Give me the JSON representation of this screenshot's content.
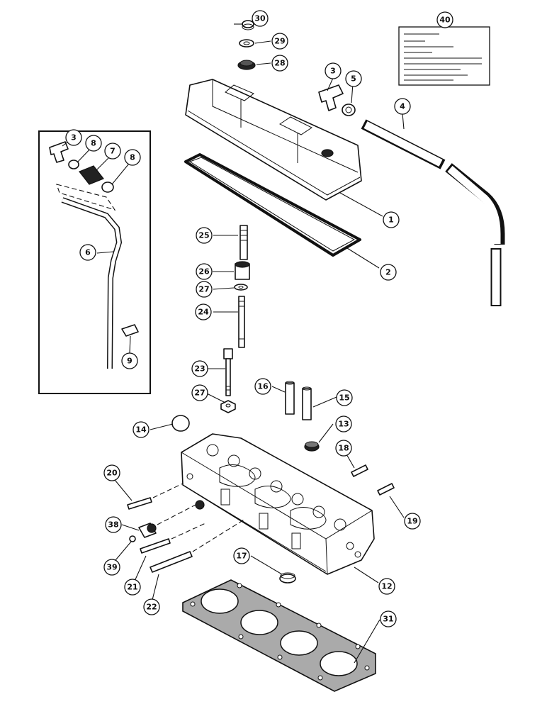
{
  "callouts": [
    {
      "id": "c1",
      "label": "1"
    },
    {
      "id": "c2",
      "label": "2"
    },
    {
      "id": "c3a",
      "label": "3"
    },
    {
      "id": "c3b",
      "label": "3"
    },
    {
      "id": "c4",
      "label": "4"
    },
    {
      "id": "c5",
      "label": "5"
    },
    {
      "id": "c6",
      "label": "6"
    },
    {
      "id": "c7",
      "label": "7"
    },
    {
      "id": "c8a",
      "label": "8"
    },
    {
      "id": "c8b",
      "label": "8"
    },
    {
      "id": "c9",
      "label": "9"
    },
    {
      "id": "c12",
      "label": "12"
    },
    {
      "id": "c13",
      "label": "13"
    },
    {
      "id": "c14",
      "label": "14"
    },
    {
      "id": "c15",
      "label": "15"
    },
    {
      "id": "c16",
      "label": "16"
    },
    {
      "id": "c17",
      "label": "17"
    },
    {
      "id": "c18",
      "label": "18"
    },
    {
      "id": "c19",
      "label": "19"
    },
    {
      "id": "c20",
      "label": "20"
    },
    {
      "id": "c21",
      "label": "21"
    },
    {
      "id": "c22",
      "label": "22"
    },
    {
      "id": "c23",
      "label": "23"
    },
    {
      "id": "c24",
      "label": "24"
    },
    {
      "id": "c25",
      "label": "25"
    },
    {
      "id": "c26",
      "label": "26"
    },
    {
      "id": "c27a",
      "label": "27"
    },
    {
      "id": "c27b",
      "label": "27"
    },
    {
      "id": "c28",
      "label": "28"
    },
    {
      "id": "c29",
      "label": "29"
    },
    {
      "id": "c30",
      "label": "30"
    },
    {
      "id": "c31",
      "label": "31"
    },
    {
      "id": "c38",
      "label": "38"
    },
    {
      "id": "c39",
      "label": "39"
    },
    {
      "id": "c40",
      "label": "40"
    }
  ]
}
